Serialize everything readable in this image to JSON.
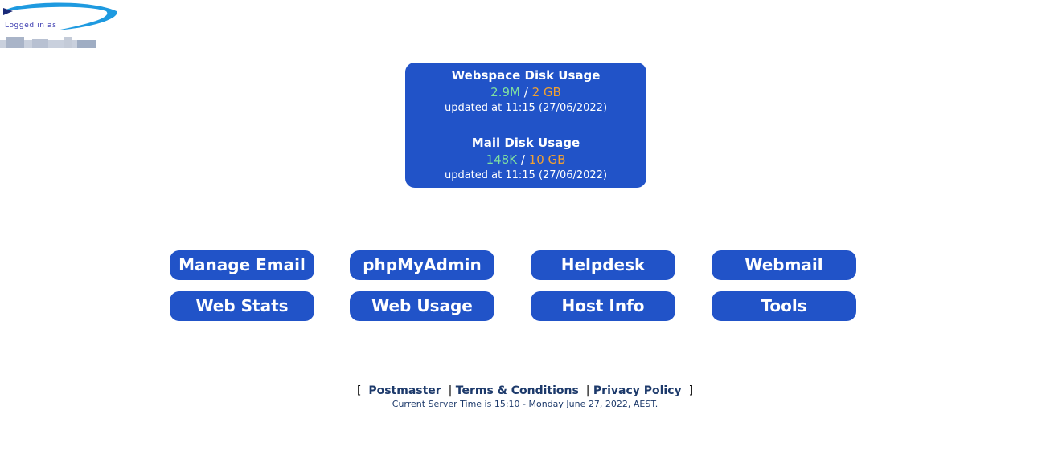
{
  "header": {
    "logged_in_label": "Logged in as"
  },
  "disk_usage": {
    "webspace": {
      "title": "Webspace Disk Usage",
      "used": "2.9M",
      "separator": "/",
      "quota": "2 GB",
      "updated": "updated at 11:15 (27/06/2022)"
    },
    "mail": {
      "title": "Mail Disk Usage",
      "used": "148K",
      "separator": "/",
      "quota": "10 GB",
      "updated": "updated at 11:15 (27/06/2022)"
    }
  },
  "buttons": {
    "manage_email": "Manage Email",
    "phpmyadmin": "phpMyAdmin",
    "helpdesk": "Helpdesk",
    "webmail": "Webmail",
    "web_stats": "Web Stats",
    "web_usage": "Web Usage",
    "host_info": "Host Info",
    "tools": "Tools"
  },
  "footer": {
    "open_bracket": "[",
    "close_bracket": "]",
    "divider": "|",
    "postmaster": "Postmaster",
    "terms": "Terms & Conditions",
    "privacy": "Privacy Policy",
    "server_time": "Current Server Time is 15:10 - Monday June 27, 2022, AEST."
  },
  "colors": {
    "panel_blue": "#2153c8",
    "used_green": "#7fe0a0",
    "quota_orange": "#f0a032",
    "footer_link": "#1d3a6b"
  }
}
